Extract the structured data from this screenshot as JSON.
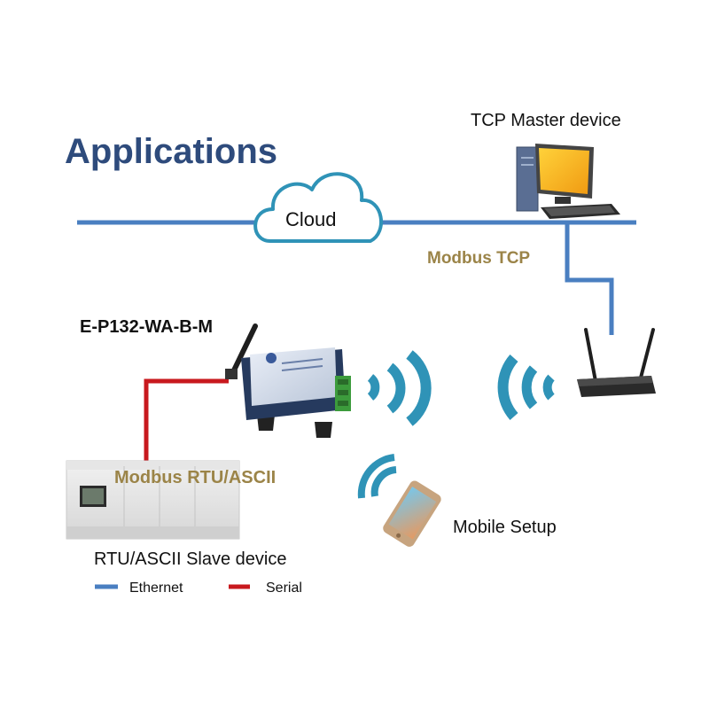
{
  "title": "Applications",
  "cloud_label": "Cloud",
  "tcp_master_label": "TCP Master device",
  "modbus_tcp_label": "Modbus TCP",
  "device_model_label": "E-P132-WA-B-M",
  "modbus_rtu_label": "Modbus RTU/ASCII",
  "rtu_slave_label": "RTU/ASCII Slave device",
  "mobile_setup_label": "Mobile Setup",
  "legend": {
    "ethernet_label": "Ethernet",
    "serial_label": "Serial"
  },
  "colors": {
    "ethernet": "#4a7fc1",
    "serial": "#c8191e",
    "title": "#2e4b7c",
    "protocol_text": "#9b8448",
    "wifi_waves": "#2f93b7"
  },
  "icons": {
    "cloud": "cloud-icon",
    "pc": "desktop-computer-icon",
    "router": "wifi-router-icon",
    "gateway": "serial-to-wifi-gateway-icon",
    "plc": "plc-controller-icon",
    "phone": "smartphone-icon",
    "waves": "wifi-signal-icon"
  }
}
